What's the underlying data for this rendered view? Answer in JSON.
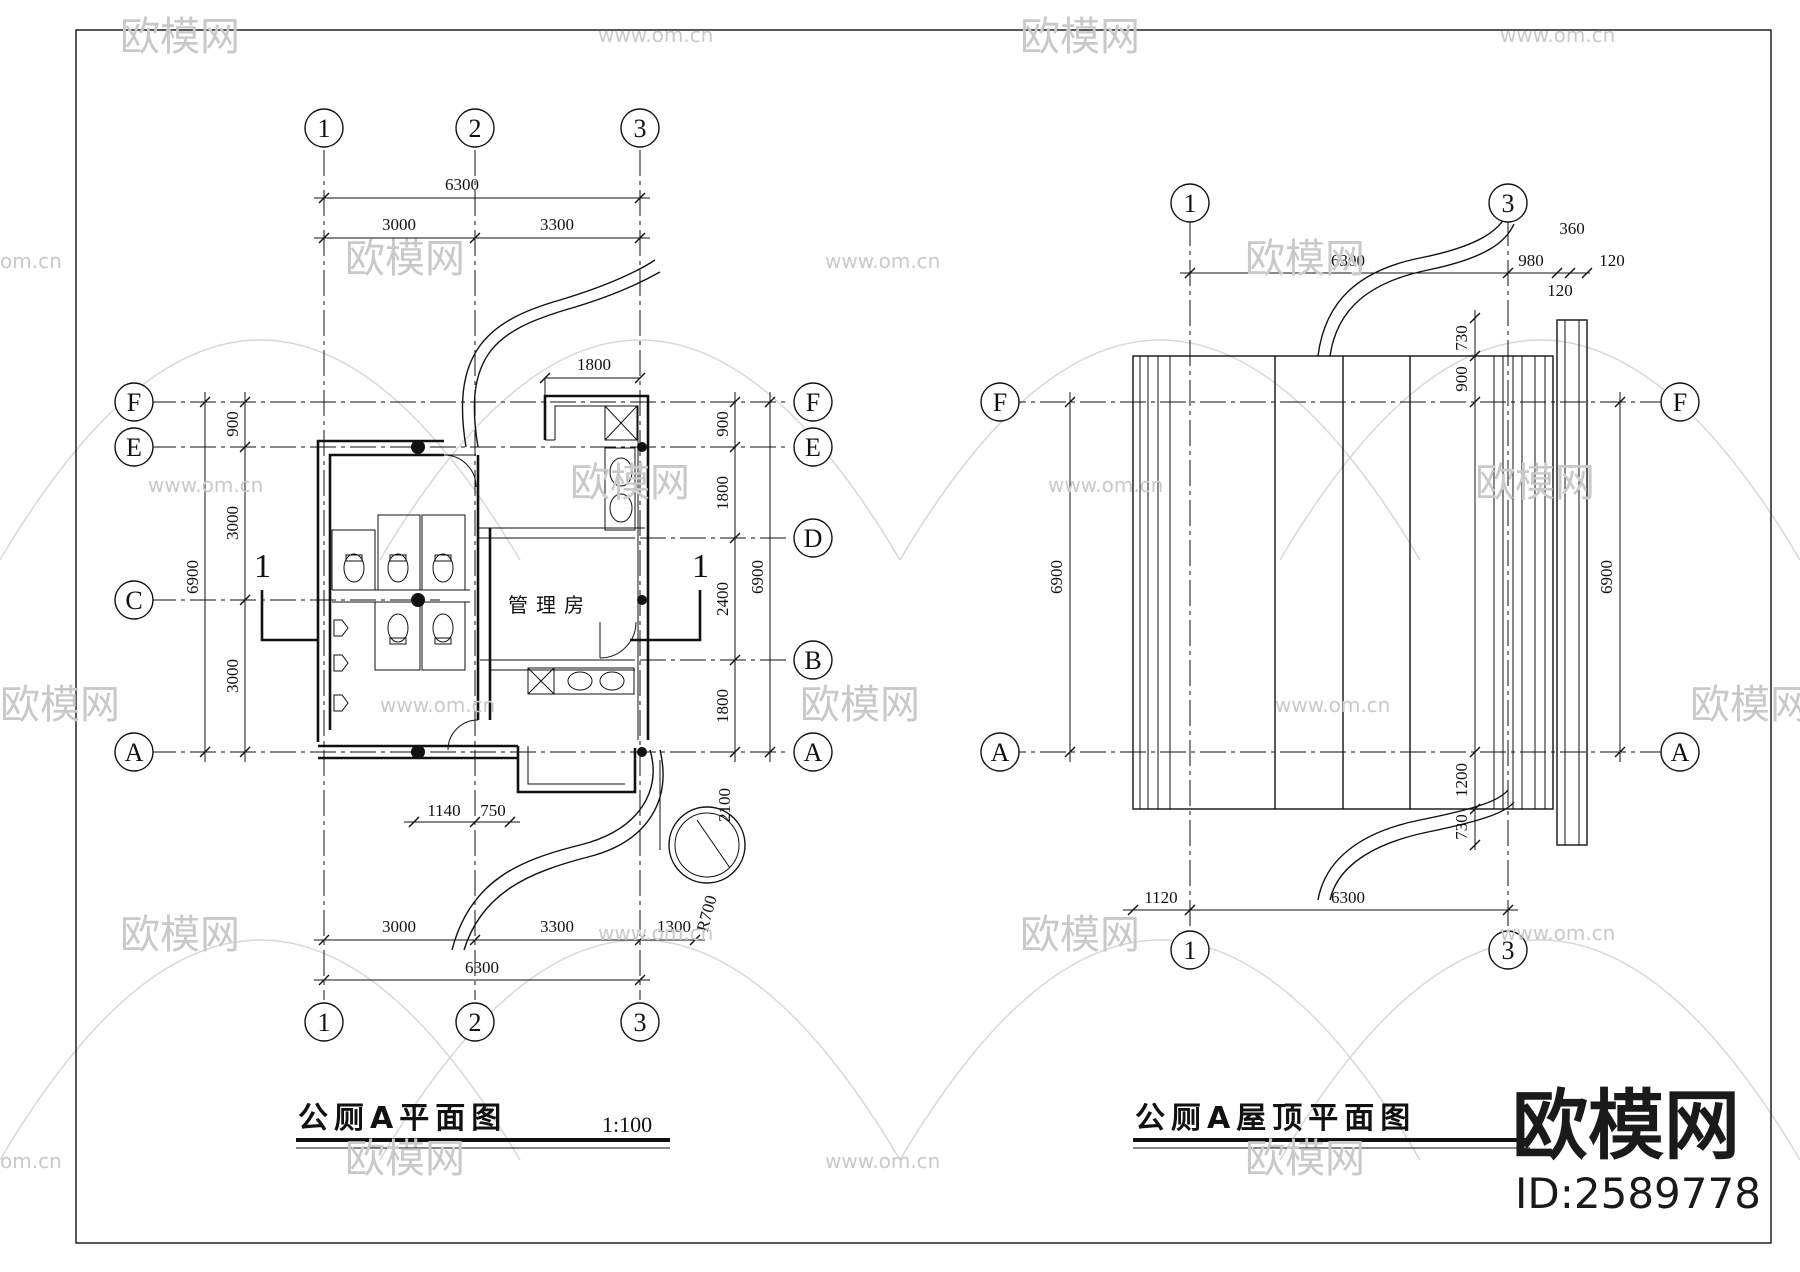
{
  "watermark": {
    "brand_cn": "欧模网",
    "site": "www.om.cn",
    "edge": "om.cn"
  },
  "brand": {
    "name": "欧模网",
    "id": "ID:2589778"
  },
  "plan": {
    "title": "公厕A平面图",
    "scale": "1:100",
    "room_name": "管理房",
    "section_mark": "1",
    "cols": [
      "1",
      "2",
      "3"
    ],
    "rows": [
      "F",
      "E",
      "D",
      "C",
      "B",
      "A"
    ],
    "dims": {
      "top_total": "6300",
      "top_a": "3000",
      "top_b": "3300",
      "top_c": "1800",
      "left_total": "6900",
      "left_a": "900",
      "left_b": "3000",
      "left_c": "3000",
      "right_total": "6900",
      "right_a": "900",
      "right_b": "1800",
      "right_c": "2400",
      "right_d": "1800",
      "bottom_a": "1140",
      "bottom_b": "750",
      "bottom_c": "3000",
      "bottom_d": "3300",
      "bottom_e": "1300",
      "bottom_total": "6300",
      "vert_2100": "2100",
      "radius": "R700"
    }
  },
  "roof": {
    "title": "公厕A屋顶平面图",
    "cols": [
      "1",
      "3"
    ],
    "rows": [
      "F",
      "A"
    ],
    "dims": {
      "top_total": "6300",
      "top_980": "980",
      "top_360": "360",
      "top_120a": "120",
      "top_120b": "120",
      "left_total": "6900",
      "right_total": "6900",
      "r_730a": "730",
      "r_900": "900",
      "r_1200": "1200",
      "r_730b": "730",
      "bottom_1120": "1120",
      "bottom_total": "6300"
    }
  }
}
